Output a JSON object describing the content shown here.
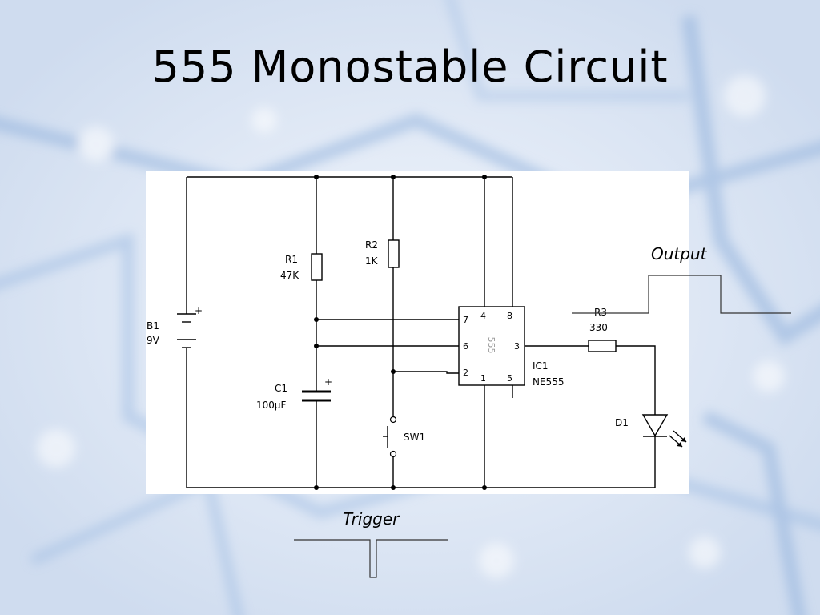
{
  "slide": {
    "title": "555 Monostable Circuit"
  },
  "colors": {
    "background": "#dde8f6",
    "wire": "#000000",
    "panel": "#ffffff"
  },
  "schematic": {
    "battery": {
      "name": "B1",
      "value": "9V",
      "plus": "+"
    },
    "r1": {
      "name": "R1",
      "value": "47K"
    },
    "r2": {
      "name": "R2",
      "value": "1K"
    },
    "c1": {
      "name": "C1",
      "value": "100µF",
      "plus": "+"
    },
    "switch": {
      "name": "SW1"
    },
    "ic": {
      "name": "IC1",
      "part": "NE555",
      "body_text": "555",
      "pins": {
        "p1": "1",
        "p2": "2",
        "p3": "3",
        "p4": "4",
        "p5": "5",
        "p6": "6",
        "p7": "7",
        "p8": "8"
      }
    },
    "r3": {
      "name": "R3",
      "value": "330"
    },
    "led": {
      "name": "D1"
    },
    "output_label": "Output",
    "trigger_label": "Trigger"
  }
}
